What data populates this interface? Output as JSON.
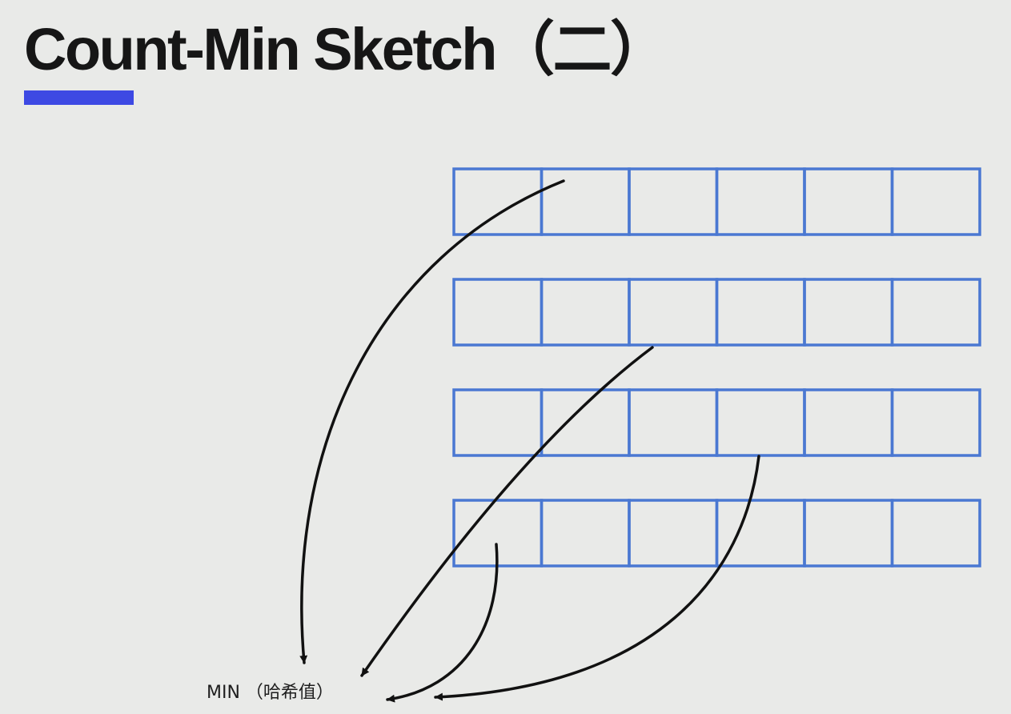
{
  "slide": {
    "title": "Count-Min Sketch（二）",
    "result_label": "MIN （哈希值）"
  },
  "sketch": {
    "rows": 4,
    "columns": 6
  },
  "colors": {
    "background": "#e9eae8",
    "title_text": "#161616",
    "accent_bar": "#3d49e3",
    "grid_border": "#4a78d2",
    "arrow": "#111111"
  }
}
